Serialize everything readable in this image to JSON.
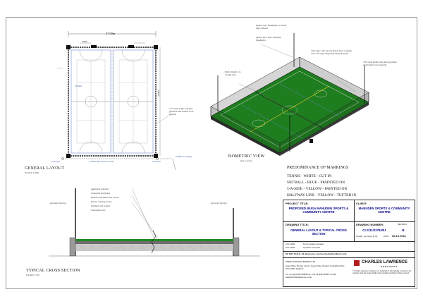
{
  "labels": {
    "overall_width": "37.00m",
    "inner_width": "3.00m",
    "court_width": "19.00m",
    "length": "34.00m",
    "gate_note": "1.2m wide single leaf gate (position and number to be agreed)",
    "catch_pit_left": "Catch pit",
    "catch_pit_right": "Catch pit",
    "drain_note": "150mm dia collector drain",
    "outfall_note": "Outfall to existing",
    "general_layout": "GENERAL LAYOUT",
    "general_layout_scale": "(SCALE 1:250)",
    "option_one": "Option One: floodlights on 10.0m high columns",
    "option_two": "Option Two: fence mounted floodlights",
    "fence_note": "3.0m high 3 mtr bar perimeter fence complete with 1.2m high integrated rebound panels",
    "double_gate_note": "3.0m wide double leaf gates (position and number to be agreed)",
    "pitch_divider": "Pitch Divider c/w storage bag",
    "isometric_view": "ISOMETRIC VIEW",
    "isometric_scale": "(not to scale)",
    "cross_section": "TYPICAL CROSS SECTION",
    "cross_section_scale": "(SCALE 1:50)",
    "perimeter_fencing_left": "perimeter fencing",
    "perimeter_fencing_right": "perimeter fencing",
    "section_notes": [
      "Aggregate sub-base",
      "Geotextile membrane",
      "Bitumen macadam base course",
      "Porous wearing course",
      "Synthetic turf surface",
      "Formation level"
    ]
  },
  "markings": {
    "title": "PREDOMINANCE OF MARKINGS",
    "lines": [
      "TENNIS - WHITE - CUT IN",
      "NETBALL - BLUE - PPAINTED ON",
      "5-A-SIDE - YELLOW - PAINTED ON",
      "HALFWAY LINE - YELLOW - TUFTED IN"
    ]
  },
  "title_block": {
    "project_title_label": "PROJECT TITLE:",
    "project_title": "PROPOSED MUGA MANUDEN SPORTS & COMMUNITY CENTRE",
    "client_label": "CLIENT:",
    "client": "MANUDEN SPORTS & COMMUNITY CENTRE",
    "drawing_title_label": "DRAWING TITLE:",
    "drawing_title": "GENERAL LAYOUT & TYPICAL CROSS SECTION",
    "drawing_number_label": "DRAWING NUMBER:",
    "drawing_number": "CLS/11/23794/01",
    "revision_label": "REVISION",
    "revision": "B",
    "scale_label": "SCALE",
    "scale": "as shown @ A1",
    "date_label": "DATE",
    "date": "26.10.2011",
    "revisions": [
      {
        "date": "10.11.2011",
        "desc": "Fence details amended"
      },
      {
        "date": "22.11.2011",
        "desc": "Synthetic amended"
      }
    ],
    "warning": "DO NOT SCALE. All dimensions must be checked/verified on site.",
    "company": "CHARLES LAWRENCE",
    "company_sub": "SURFACES",
    "company_line": "Charles Lawrence Surfaces Ltd",
    "company_address": "Head Office: Brooke Courts, Jessop Way, Newark, Nottinghamshire NG24 2ER, England",
    "company_contact": "Tel: +44 (0)1636 615866  Fax: +44 (0)1636 615867  E-mail: sales@charleslawrence.co.uk",
    "copyright": "© Charles Lawrence Surfaces Ltd. Copyright in this drawing is vested in the company and the design shall not be reproduced without written consent."
  }
}
